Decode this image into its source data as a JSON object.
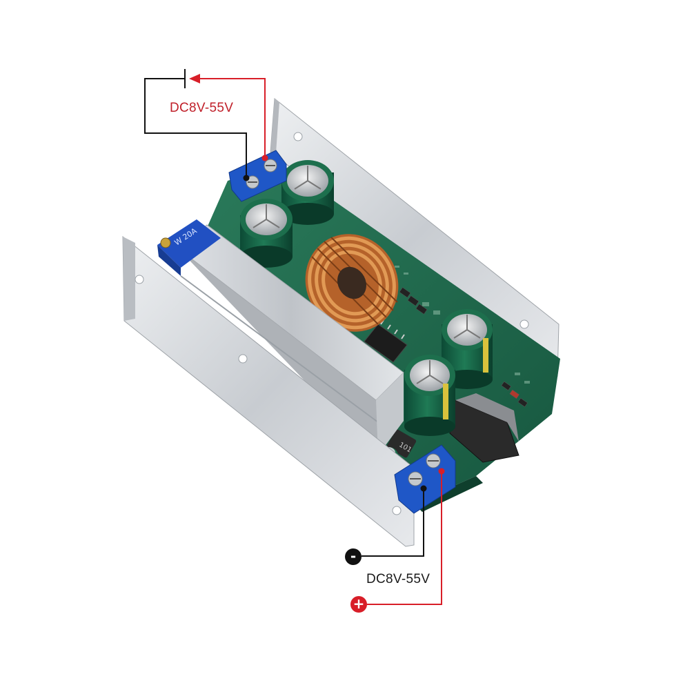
{
  "input_voltage_label": "DC8V-55V",
  "output_voltage_label": "DC8V-55V",
  "negative_symbol": "-",
  "positive_symbol": "+",
  "trimpot_marking": "W 20A",
  "inductor_marking": "101",
  "colors": {
    "positive_wire": "#d81e28",
    "negative_wire": "#111111",
    "input_label": "#c0202a",
    "output_label": "#1a1a1a",
    "pcb": "#1f6b4f",
    "terminal_block": "#1f57c7",
    "heatsink": "#c9cdd2",
    "inductor_copper": "#c8742b"
  }
}
